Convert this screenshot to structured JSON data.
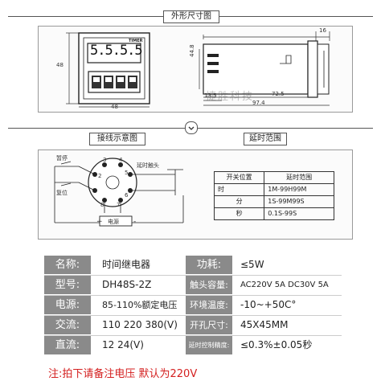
{
  "sections": {
    "dimensions_title": "外形尺寸图",
    "wiring_title": "接线示意图",
    "range_title": "延时范围"
  },
  "front_view": {
    "model_label": "TIMER",
    "display_digits": "5.5.5.5",
    "dim_height": "48",
    "dim_width": "48"
  },
  "side_view": {
    "dim_16": "16",
    "dim_44_8": "44.8",
    "dim_72_5": "72.5",
    "dim_13_5": "13.5",
    "dim_97_4": "97.4"
  },
  "watermark": "捷胜科技",
  "wiring": {
    "pause_label": "暂停",
    "reset_label": "复位",
    "delay_contact_label": "延时触头",
    "power_label": "电源",
    "terminals": [
      "1",
      "2",
      "3",
      "4",
      "5",
      "6",
      "7",
      "8"
    ],
    "plus_sign": "+",
    "minus_sign": "-"
  },
  "range_table": {
    "headers": [
      "开关位置",
      "延时范围"
    ],
    "rows": [
      [
        "时",
        "1M-99H99M"
      ],
      [
        "分",
        "1S-99M99S"
      ],
      [
        "秒",
        "0.1S-99S"
      ]
    ]
  },
  "specs": [
    {
      "label": "名称:",
      "value": "时间继电器",
      "label2": "功耗:",
      "value2": "≤5W"
    },
    {
      "label": "型号:",
      "value": "DH48S-2Z",
      "label2": "触头容量:",
      "value2": "AC220V 5A DC30V 5A"
    },
    {
      "label": "电源:",
      "value": "85-110%额定电压",
      "label2": "环境温度:",
      "value2": "-10~+50C°"
    },
    {
      "label": "交流:",
      "value": "110 220 380(V)",
      "label2": "开孔尺寸:",
      "value2": "45X45MM"
    },
    {
      "label": "直流:",
      "value": "12 24(V)",
      "label2": "延时控制精度:",
      "value2": "≤0.3%±0.05秒"
    }
  ],
  "footnote": "注:拍下请备注电压 默认为220V",
  "colors": {
    "label_bg": "#8a8a8a",
    "label_text": "#ffffff",
    "footnote": "#d42020"
  }
}
